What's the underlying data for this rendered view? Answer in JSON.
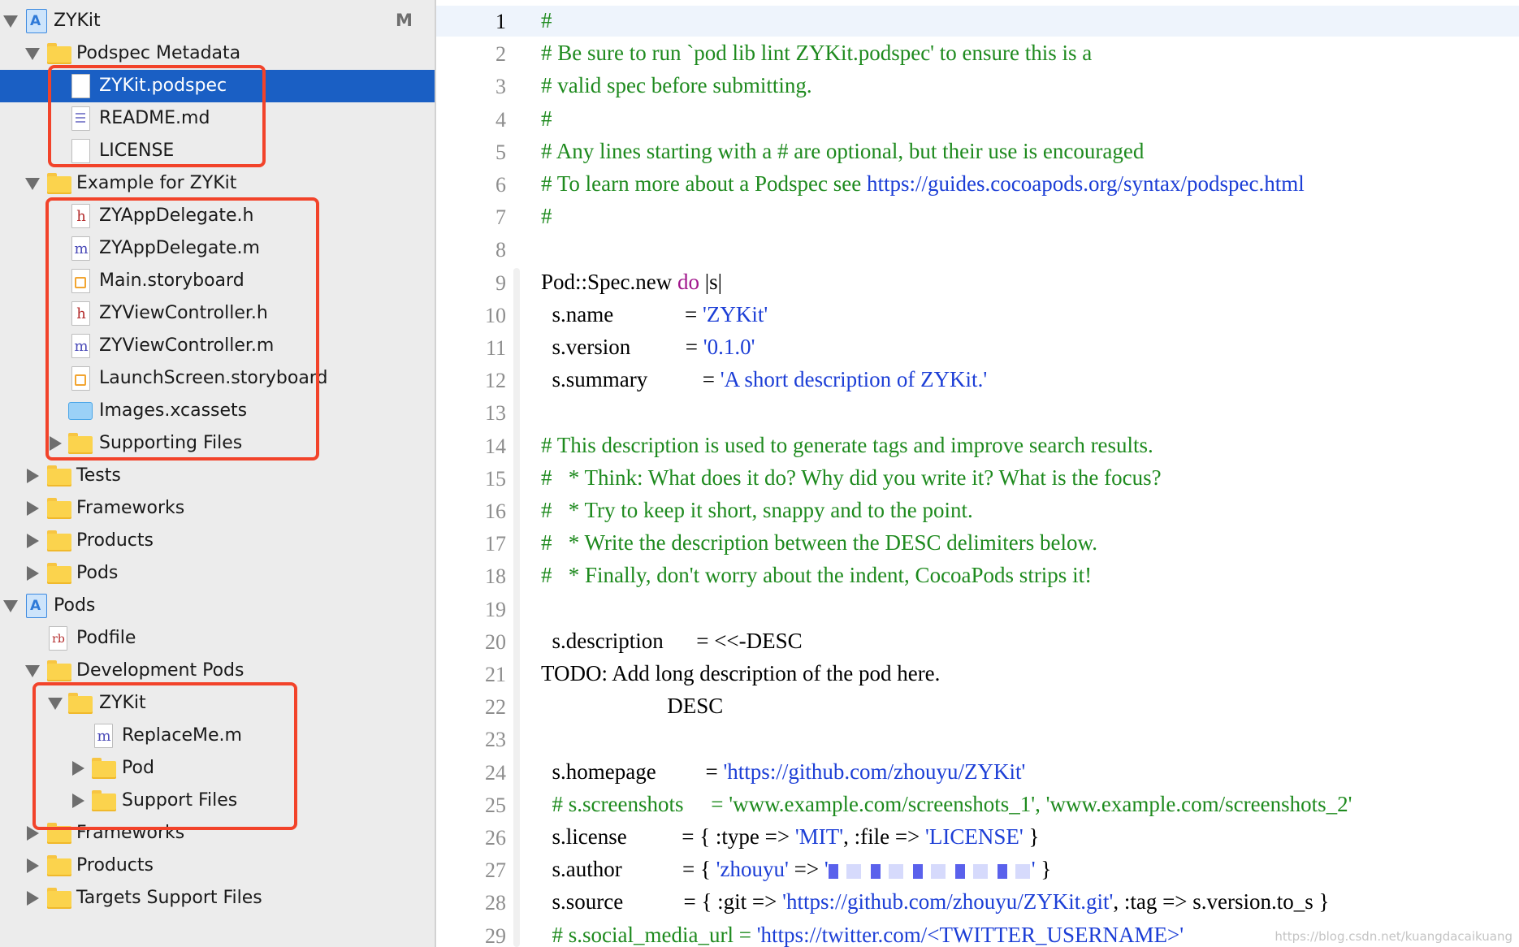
{
  "navigator": {
    "rows": [
      {
        "label": "ZYKit",
        "badge": "M"
      },
      {
        "label": "Podspec Metadata"
      },
      {
        "label": "ZYKit.podspec"
      },
      {
        "label": "README.md"
      },
      {
        "label": "LICENSE"
      },
      {
        "label": "Example for ZYKit"
      },
      {
        "label": "ZYAppDelegate.h",
        "icon_letter": "h"
      },
      {
        "label": "ZYAppDelegate.m",
        "icon_letter": "m"
      },
      {
        "label": "Main.storyboard"
      },
      {
        "label": "ZYViewController.h",
        "icon_letter": "h"
      },
      {
        "label": "ZYViewController.m",
        "icon_letter": "m"
      },
      {
        "label": "LaunchScreen.storyboard"
      },
      {
        "label": "Images.xcassets"
      },
      {
        "label": "Supporting Files"
      },
      {
        "label": "Tests"
      },
      {
        "label": "Frameworks"
      },
      {
        "label": "Products"
      },
      {
        "label": "Pods"
      },
      {
        "label": "Pods"
      },
      {
        "label": "Podfile",
        "icon_letter": "rb"
      },
      {
        "label": "Development Pods"
      },
      {
        "label": "ZYKit"
      },
      {
        "label": "ReplaceMe.m",
        "icon_letter": "m"
      },
      {
        "label": "Pod"
      },
      {
        "label": "Support Files"
      },
      {
        "label": "Frameworks"
      },
      {
        "label": "Products"
      },
      {
        "label": "Targets Support Files"
      }
    ],
    "project_icon_glyph": "A",
    "selected": "ZYKit.podspec"
  },
  "editor": {
    "current_line": 1,
    "lines": [
      {
        "n": "1",
        "segs": [
          {
            "t": "#",
            "c": "comment"
          }
        ]
      },
      {
        "n": "2",
        "segs": [
          {
            "t": "# Be sure to run `pod lib lint ZYKit.podspec' to ensure this is a",
            "c": "comment"
          }
        ]
      },
      {
        "n": "3",
        "segs": [
          {
            "t": "# valid spec before submitting.",
            "c": "comment"
          }
        ]
      },
      {
        "n": "4",
        "segs": [
          {
            "t": "#",
            "c": "comment"
          }
        ]
      },
      {
        "n": "5",
        "segs": [
          {
            "t": "# Any lines starting with a # are optional, but their use is encouraged",
            "c": "comment"
          }
        ]
      },
      {
        "n": "6",
        "segs": [
          {
            "t": "# To learn more about a Podspec see ",
            "c": "comment"
          },
          {
            "t": "https://guides.cocoapods.org/syntax/podspec.html",
            "c": "link"
          }
        ]
      },
      {
        "n": "7",
        "segs": [
          {
            "t": "#",
            "c": "comment"
          }
        ]
      },
      {
        "n": "8",
        "segs": []
      },
      {
        "n": "9",
        "segs": [
          {
            "t": "Pod::Spec.new ",
            "c": "plain"
          },
          {
            "t": "do",
            "c": "kw"
          },
          {
            "t": " |s|",
            "c": "plain"
          }
        ]
      },
      {
        "n": "10",
        "segs": [
          {
            "t": "  s.name             = ",
            "c": "plain"
          },
          {
            "t": "'ZYKit'",
            "c": "string"
          }
        ]
      },
      {
        "n": "11",
        "segs": [
          {
            "t": "  s.version          = ",
            "c": "plain"
          },
          {
            "t": "'0.1.0'",
            "c": "string"
          }
        ]
      },
      {
        "n": "12",
        "segs": [
          {
            "t": "  s.summary          = ",
            "c": "plain"
          },
          {
            "t": "'A short description of ZYKit.'",
            "c": "string"
          }
        ]
      },
      {
        "n": "13",
        "segs": []
      },
      {
        "n": "14",
        "segs": [
          {
            "t": "# This description is used to generate tags and improve search results.",
            "c": "comment"
          }
        ]
      },
      {
        "n": "15",
        "segs": [
          {
            "t": "#   * Think: What does it do? Why did you write it? What is the focus?",
            "c": "comment"
          }
        ]
      },
      {
        "n": "16",
        "segs": [
          {
            "t": "#   * Try to keep it short, snappy and to the point.",
            "c": "comment"
          }
        ]
      },
      {
        "n": "17",
        "segs": [
          {
            "t": "#   * Write the description between the DESC delimiters below.",
            "c": "comment"
          }
        ]
      },
      {
        "n": "18",
        "segs": [
          {
            "t": "#   * Finally, don't worry about the indent, CocoaPods strips it!",
            "c": "comment"
          }
        ]
      },
      {
        "n": "19",
        "segs": []
      },
      {
        "n": "20",
        "segs": [
          {
            "t": "  s.description      = <<-DESC",
            "c": "plain"
          }
        ]
      },
      {
        "n": "21",
        "segs": [
          {
            "t": "TODO: Add long description of the pod here.",
            "c": "plain"
          }
        ]
      },
      {
        "n": "22",
        "segs": [
          {
            "t": "                       DESC",
            "c": "plain"
          }
        ]
      },
      {
        "n": "23",
        "segs": []
      },
      {
        "n": "24",
        "segs": [
          {
            "t": "  s.homepage         = ",
            "c": "plain"
          },
          {
            "t": "'https://github.com/zhouyu/ZYKit'",
            "c": "string"
          }
        ]
      },
      {
        "n": "25",
        "segs": [
          {
            "t": "  # s.screenshots     = 'www.example.com/screenshots_1', 'www.example.com/screenshots_2'",
            "c": "comment"
          }
        ]
      },
      {
        "n": "26",
        "segs": [
          {
            "t": "  s.license          = { :type => ",
            "c": "plain"
          },
          {
            "t": "'MIT'",
            "c": "string"
          },
          {
            "t": ", :file => ",
            "c": "plain"
          },
          {
            "t": "'LICENSE'",
            "c": "string"
          },
          {
            "t": " }",
            "c": "plain"
          }
        ]
      },
      {
        "n": "27",
        "segs": [
          {
            "t": "  s.author           = { ",
            "c": "plain"
          },
          {
            "t": "'zhouyu'",
            "c": "string"
          },
          {
            "t": " => ",
            "c": "plain"
          },
          {
            "t": "'",
            "c": "string"
          },
          {
            "t": "",
            "c": "redacted"
          },
          {
            "t": "'",
            "c": "string"
          },
          {
            "t": " }",
            "c": "plain"
          }
        ]
      },
      {
        "n": "28",
        "segs": [
          {
            "t": "  s.source           = { :git => ",
            "c": "plain"
          },
          {
            "t": "'https://github.com/zhouyu/ZYKit.git'",
            "c": "string"
          },
          {
            "t": ", :tag => s.version.to_s }",
            "c": "plain"
          }
        ]
      },
      {
        "n": "29",
        "segs": [
          {
            "t": "  # s.social_media_url = ",
            "c": "comment"
          },
          {
            "t": "'https://twitter.com/<TWITTER_USERNAME>'",
            "c": "string"
          }
        ]
      }
    ]
  },
  "watermark": "https://blog.csdn.net/kuangdacaikuang",
  "colors": {
    "comment": "#1e8a1e",
    "string": "#1c3ed6",
    "keyword": "#a1178c",
    "selection": "#1a5fc4",
    "highlight_box": "#f2432a"
  }
}
